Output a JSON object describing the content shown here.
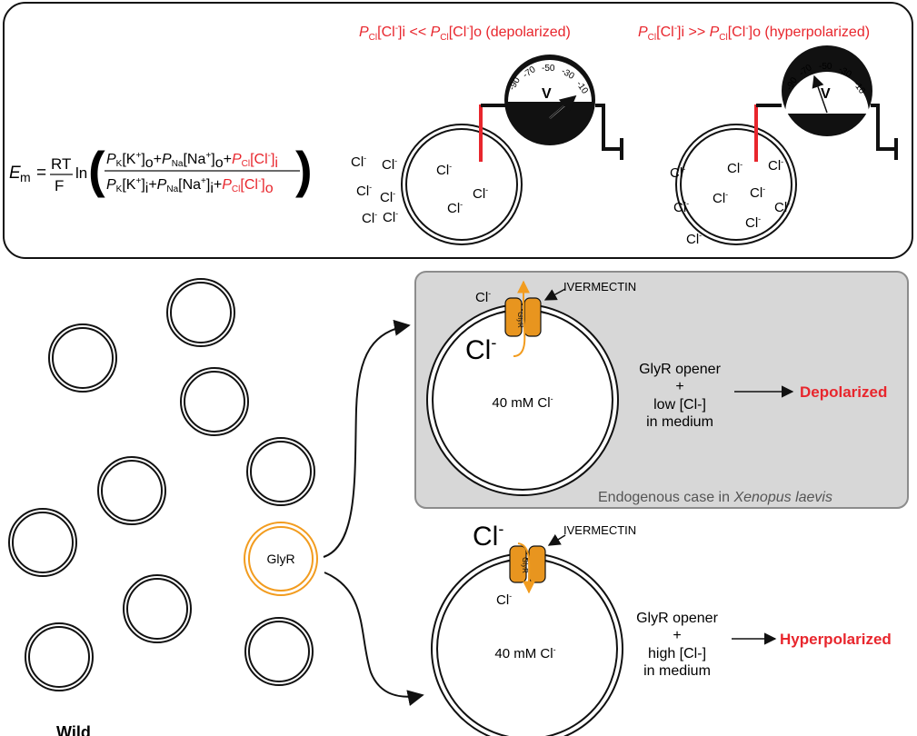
{
  "equation": {
    "em_symbol": "E",
    "em_sub": "m",
    "equals": "=",
    "rt": "RT",
    "f": "F",
    "ln": "ln",
    "num_term1": "P",
    "num_term1_sub": "K",
    "num_term1_bracket": "[K",
    "num_term1_sup": "+",
    "num_term1_end": "]",
    "num_term1_o": "o",
    "plus": "+",
    "num_term2": "P",
    "num_term2_sub": "Na",
    "num_term2_bracket": "[Na",
    "num_term2_sup": "+",
    "num_term2_end": "]",
    "num_term2_o": "o",
    "num_term3": "P",
    "num_term3_sub": "Cl",
    "num_term3_bracket": "[Cl",
    "num_term3_sup": "-",
    "num_term3_end": "]",
    "num_term3_i": "i",
    "den_term1_i": "i",
    "den_term2_i": "i",
    "den_term3_o": "o"
  },
  "top_left_case": {
    "label_p": "P",
    "label_sub": "Cl",
    "label_a": "[Cl",
    "label_sup": "-",
    "label_b": "]i << ",
    "label_c": "[Cl",
    "label_d": "]o (depolarized)"
  },
  "top_right_case": {
    "label_p": "P",
    "label_sub": "Cl",
    "label_a": "[Cl",
    "label_sup": "-",
    "label_b": "]i >> ",
    "label_c": "[Cl",
    "label_d": "]o (hyperpolarized)"
  },
  "voltmeter": {
    "letter": "V",
    "ticks": [
      "-90",
      "-70",
      "-50",
      "-30",
      "-10"
    ]
  },
  "ion": {
    "base": "Cl",
    "sup": "-"
  },
  "labels": {
    "glyr_cell": "GlyR",
    "channel_text": "GlyR",
    "ivermectin": "IVERMECTIN",
    "chloride_40": "40 mM Cl",
    "depol_line1": "GlyR opener",
    "depol_line2": "+",
    "depol_line3": "low [Cl-]",
    "depol_line4": "in medium",
    "depol_result": "Depolarized",
    "hyper_line1": "GlyR opener",
    "hyper_line2": "+",
    "hyper_line3": "high [Cl-]",
    "hyper_line4": "in medium",
    "hyper_result": "Hyperpolarized",
    "endogenous_prefix": "Endogenous case in ",
    "endogenous_species": "Xenopus laevis",
    "bottom_cut": "Wild"
  },
  "colors": {
    "red": "#e8262d",
    "orange": "#f29c1f",
    "channel": "#e8951f",
    "panel_gray": "#d7d7d7",
    "panel_border": "#8c8c8c"
  }
}
